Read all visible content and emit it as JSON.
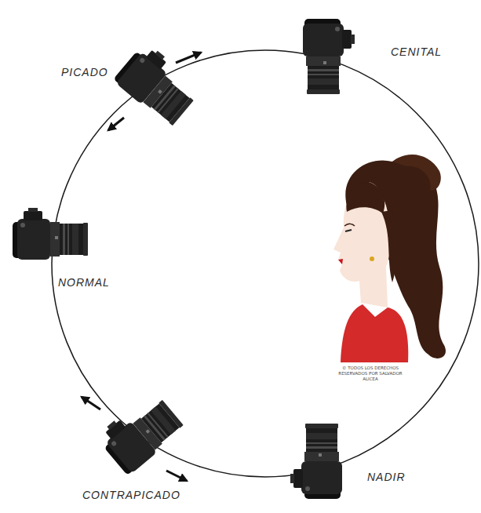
{
  "diagram": {
    "labels": [
      "CENITAL",
      "PICADO",
      "NORMAL",
      "CONTRAPICADO",
      "NADIR",
      "© TODOS LOS DERECHOS RESERVADOS POR SALVADOR ALICEA"
    ]
  }
}
